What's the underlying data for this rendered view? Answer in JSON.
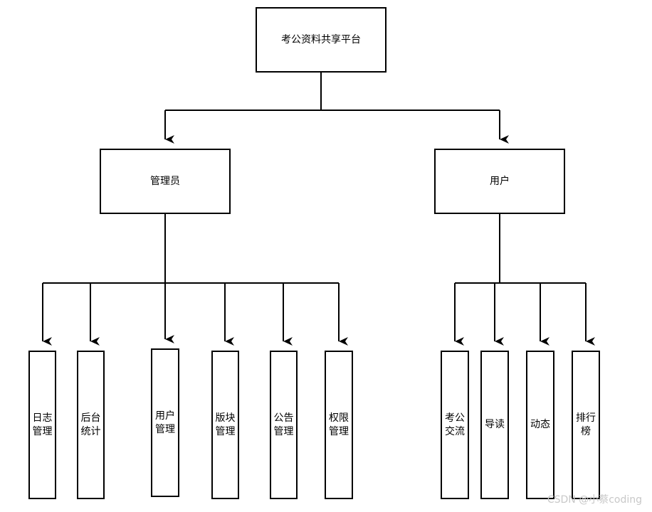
{
  "root": {
    "label": "考公资料共享平台"
  },
  "admin": {
    "label": "管理员",
    "children": [
      {
        "line1": "日志",
        "line2": "管理"
      },
      {
        "line1": "后台",
        "line2": "统计"
      },
      {
        "line1": "用户",
        "line2": "管理"
      },
      {
        "line1": "版块",
        "line2": "管理"
      },
      {
        "line1": "公告",
        "line2": "管理"
      },
      {
        "line1": "权限",
        "line2": "管理"
      }
    ]
  },
  "user": {
    "label": "用户",
    "children": [
      {
        "line1": "考公",
        "line2": "交流"
      },
      {
        "line1": "导读",
        "line2": ""
      },
      {
        "line1": "动态",
        "line2": ""
      },
      {
        "line1": "排行",
        "line2": "榜"
      }
    ]
  },
  "watermark": "CSDN @小蔡coding"
}
